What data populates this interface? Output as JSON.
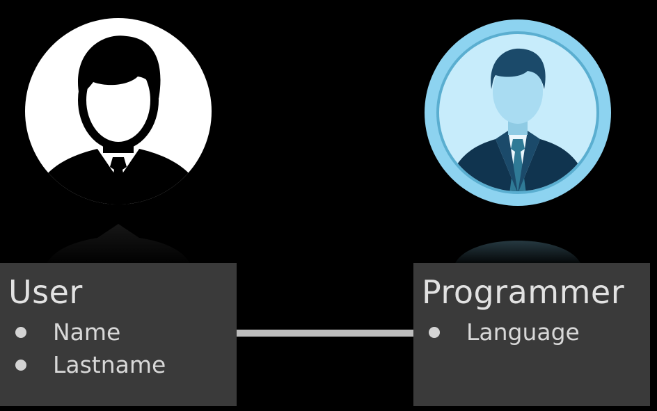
{
  "entities": {
    "user": {
      "title": "User",
      "attributes": [
        "Name",
        "Lastname"
      ]
    },
    "programmer": {
      "title": "Programmer",
      "attributes": [
        "Language"
      ]
    }
  },
  "icons": {
    "user_avatar": "businessman-silhouette-icon",
    "programmer_avatar": "businessman-avatar-icon"
  },
  "colors": {
    "background": "#000000",
    "box_fill": "#3a3a3a",
    "connector": "#bdbdbd",
    "text": "#dcdcdc",
    "programmer_ring": "#8dd3f0"
  }
}
